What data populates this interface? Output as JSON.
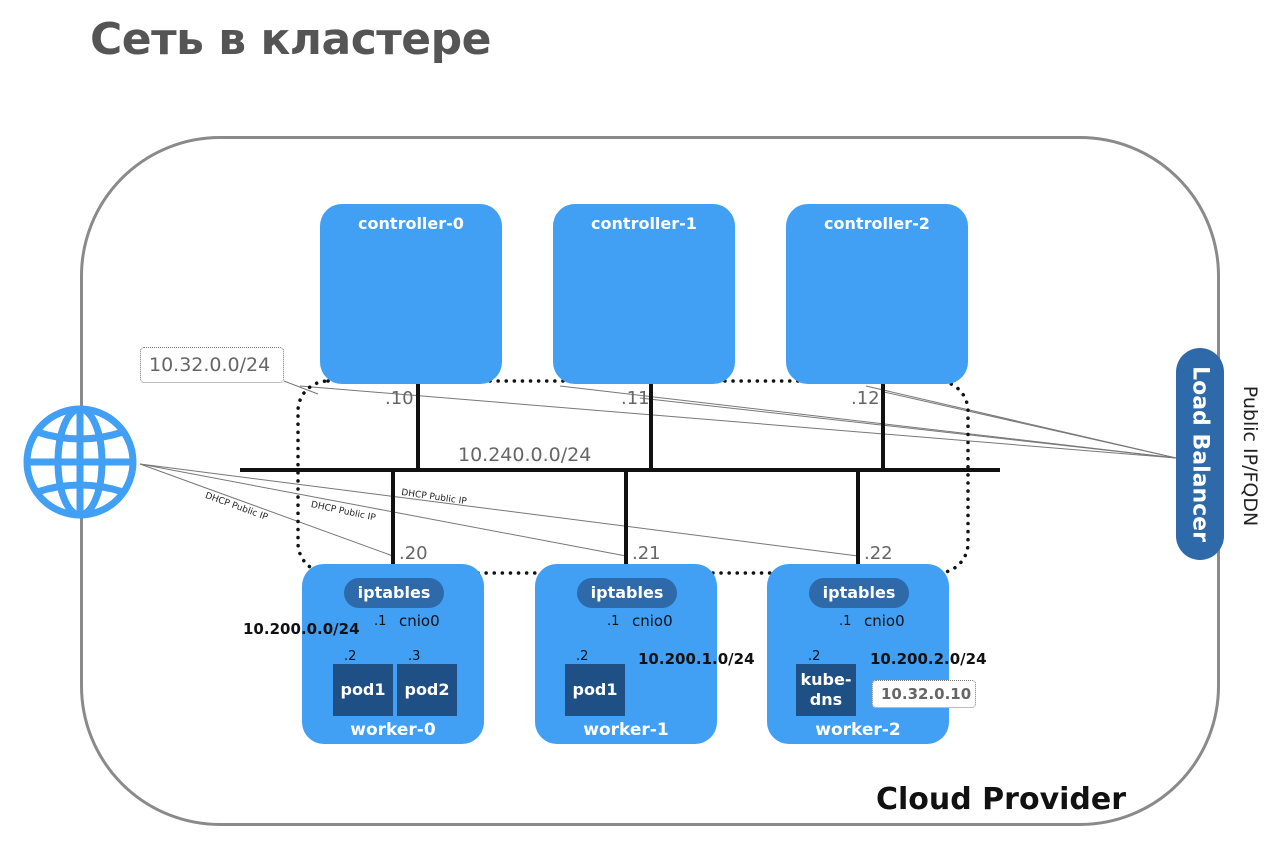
{
  "title": "Сеть в кластере",
  "cloud_label": "Cloud Provider",
  "cluster_network": "10.240.0.0/24",
  "service_cidr": "10.32.0.0/24",
  "load_balancer": {
    "label": "Load Balancer",
    "public_label": "Public IP/FQDN"
  },
  "dhcp_label": "DHCP Public IP",
  "controllers": [
    {
      "name": "controller-0",
      "ip_suffix": ".10"
    },
    {
      "name": "controller-1",
      "ip_suffix": ".11"
    },
    {
      "name": "controller-2",
      "ip_suffix": ".12"
    }
  ],
  "workers": [
    {
      "name": "worker-0",
      "ip_suffix": ".20",
      "iptables": "iptables",
      "bridge": "cnio0",
      "bridge_ip": ".1",
      "pod_cidr": "10.200.0.0/24",
      "pods": [
        {
          "name": "pod1",
          "ip": ".2"
        },
        {
          "name": "pod2",
          "ip": ".3"
        }
      ]
    },
    {
      "name": "worker-1",
      "ip_suffix": ".21",
      "iptables": "iptables",
      "bridge": "cnio0",
      "bridge_ip": ".1",
      "pod_cidr": "10.200.1.0/24",
      "pods": [
        {
          "name": "pod1",
          "ip": ".2"
        }
      ]
    },
    {
      "name": "worker-2",
      "ip_suffix": ".22",
      "iptables": "iptables",
      "bridge": "cnio0",
      "bridge_ip": ".1",
      "pod_cidr": "10.200.2.0/24",
      "pods": [
        {
          "name": "kube-\ndns",
          "ip": ".2"
        }
      ]
    }
  ],
  "kube_dns_ip": "10.32.0.10",
  "colors": {
    "node": "#419ff4",
    "accent": "#2e69aa",
    "pod": "#1e4f85",
    "border": "#8a8a8a"
  }
}
